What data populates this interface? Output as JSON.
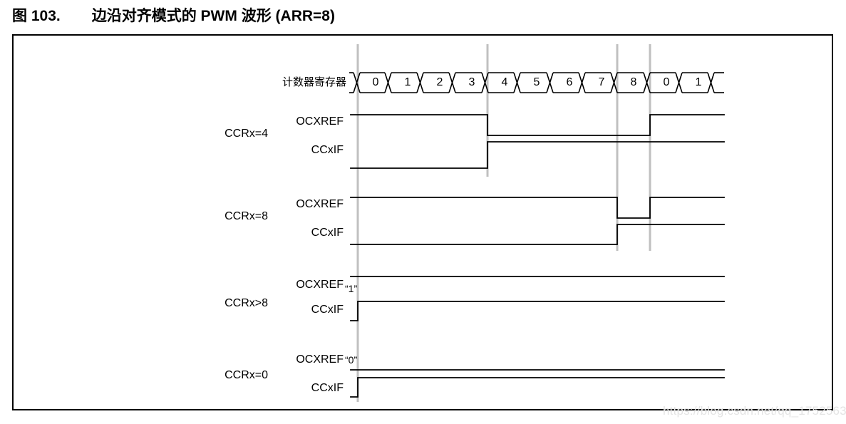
{
  "figure": {
    "number": "图 103.",
    "caption": "边沿对齐模式的 PWM 波形 (ARR=8)"
  },
  "counter_row": {
    "label": "计数器寄存器",
    "values": [
      "0",
      "1",
      "2",
      "3",
      "4",
      "5",
      "6",
      "7",
      "8",
      "0",
      "1"
    ]
  },
  "signals": {
    "ocxref": "OCXREF",
    "ccxif": "CCxIF"
  },
  "groups": [
    {
      "name": "CCRx=4",
      "ocxref_level": "",
      "ccxif_level": ""
    },
    {
      "name": "CCRx=8",
      "ocxref_level": "",
      "ccxif_level": ""
    },
    {
      "name": "CCRx>8",
      "ocxref_level": "“1”",
      "ccxif_level": ""
    },
    {
      "name": "CCRx=0",
      "ocxref_level": "“0”",
      "ccxif_level": ""
    }
  ],
  "colors": {
    "stroke": "#000000",
    "gridline": "#c0c0c0",
    "background": "#ffffff",
    "watermark": "#e4e4e4"
  },
  "watermark": "https://blog.csdn.net/qq_17525633",
  "chart_data": {
    "type": "line",
    "title": "边沿对齐模式的 PWM 波形 (ARR=8)",
    "xlabel": "计数器寄存器",
    "ylabel": "",
    "grid": true,
    "legend": "none",
    "counter_sequence": [
      0,
      1,
      2,
      3,
      4,
      5,
      6,
      7,
      8,
      0,
      1
    ],
    "gridline_counts": [
      0,
      4,
      8,
      9
    ],
    "series": [
      {
        "name": "CCRx=4 OCXREF",
        "type": "digital",
        "transitions": [
          {
            "count": 0,
            "value": 1
          },
          {
            "count": 4,
            "value": 0
          },
          {
            "count": 9,
            "value": 1
          }
        ]
      },
      {
        "name": "CCRx=4 CCxIF",
        "type": "digital",
        "transitions": [
          {
            "count": 0,
            "value": 0
          },
          {
            "count": 4,
            "value": 1
          }
        ]
      },
      {
        "name": "CCRx=8 OCXREF",
        "type": "digital",
        "transitions": [
          {
            "count": 0,
            "value": 1
          },
          {
            "count": 8,
            "value": 0
          },
          {
            "count": 9,
            "value": 1
          }
        ]
      },
      {
        "name": "CCRx=8 CCxIF",
        "type": "digital",
        "transitions": [
          {
            "count": 0,
            "value": 0
          },
          {
            "count": 8,
            "value": 1
          }
        ]
      },
      {
        "name": "CCRx>8 OCXREF",
        "type": "digital",
        "transitions": [
          {
            "count": 0,
            "value": 1
          }
        ]
      },
      {
        "name": "CCRx>8 CCxIF",
        "type": "digital",
        "transitions": [
          {
            "count": 0,
            "value": 0
          },
          {
            "count": 0,
            "value": 1
          }
        ]
      },
      {
        "name": "CCRx=0 OCXREF",
        "type": "digital",
        "transitions": [
          {
            "count": 0,
            "value": 0
          }
        ]
      },
      {
        "name": "CCRx=0 CCxIF",
        "type": "digital",
        "transitions": [
          {
            "count": 0,
            "value": 0
          },
          {
            "count": 0,
            "value": 1
          }
        ]
      }
    ]
  }
}
